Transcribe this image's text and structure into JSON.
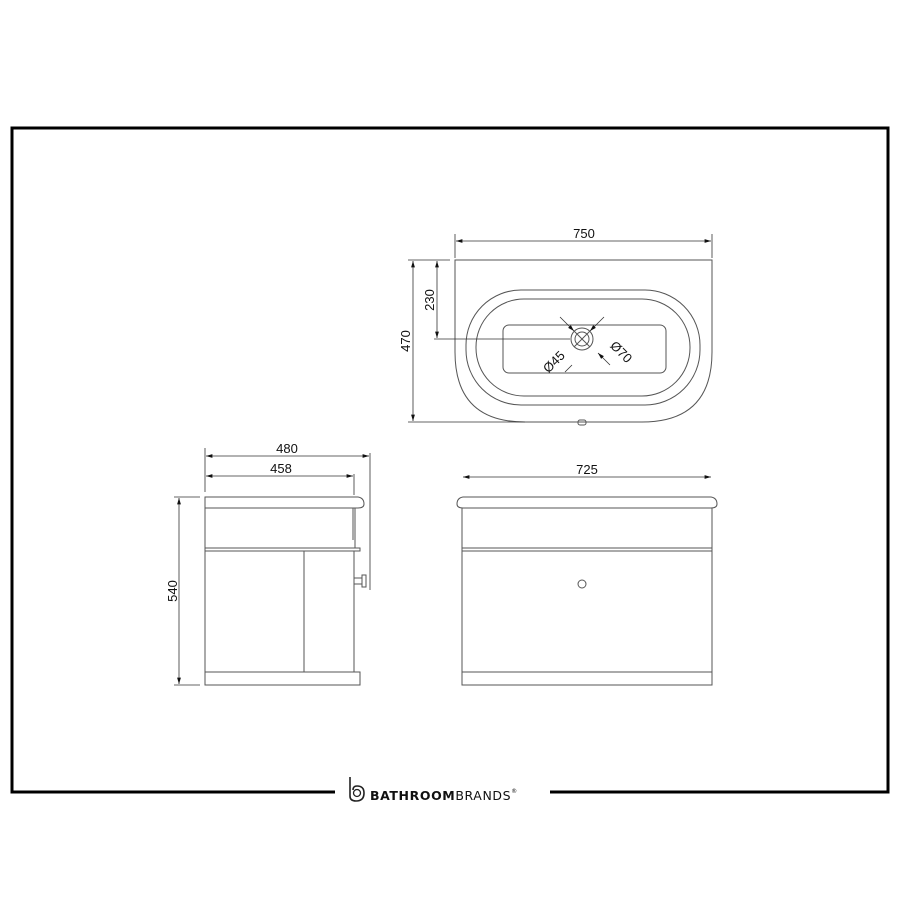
{
  "drawing": {
    "plan_view": {
      "width": "750",
      "depth": "470",
      "tap_offset": "230",
      "waste_small": "Ø45",
      "waste_large": "Ø70"
    },
    "side_view": {
      "overall_depth": "480",
      "body_depth": "458",
      "height": "540"
    },
    "front_view": {
      "body_width": "725"
    }
  },
  "logo": {
    "bold": "BATHROOM",
    "light": "BRANDS",
    "mark": "®"
  }
}
